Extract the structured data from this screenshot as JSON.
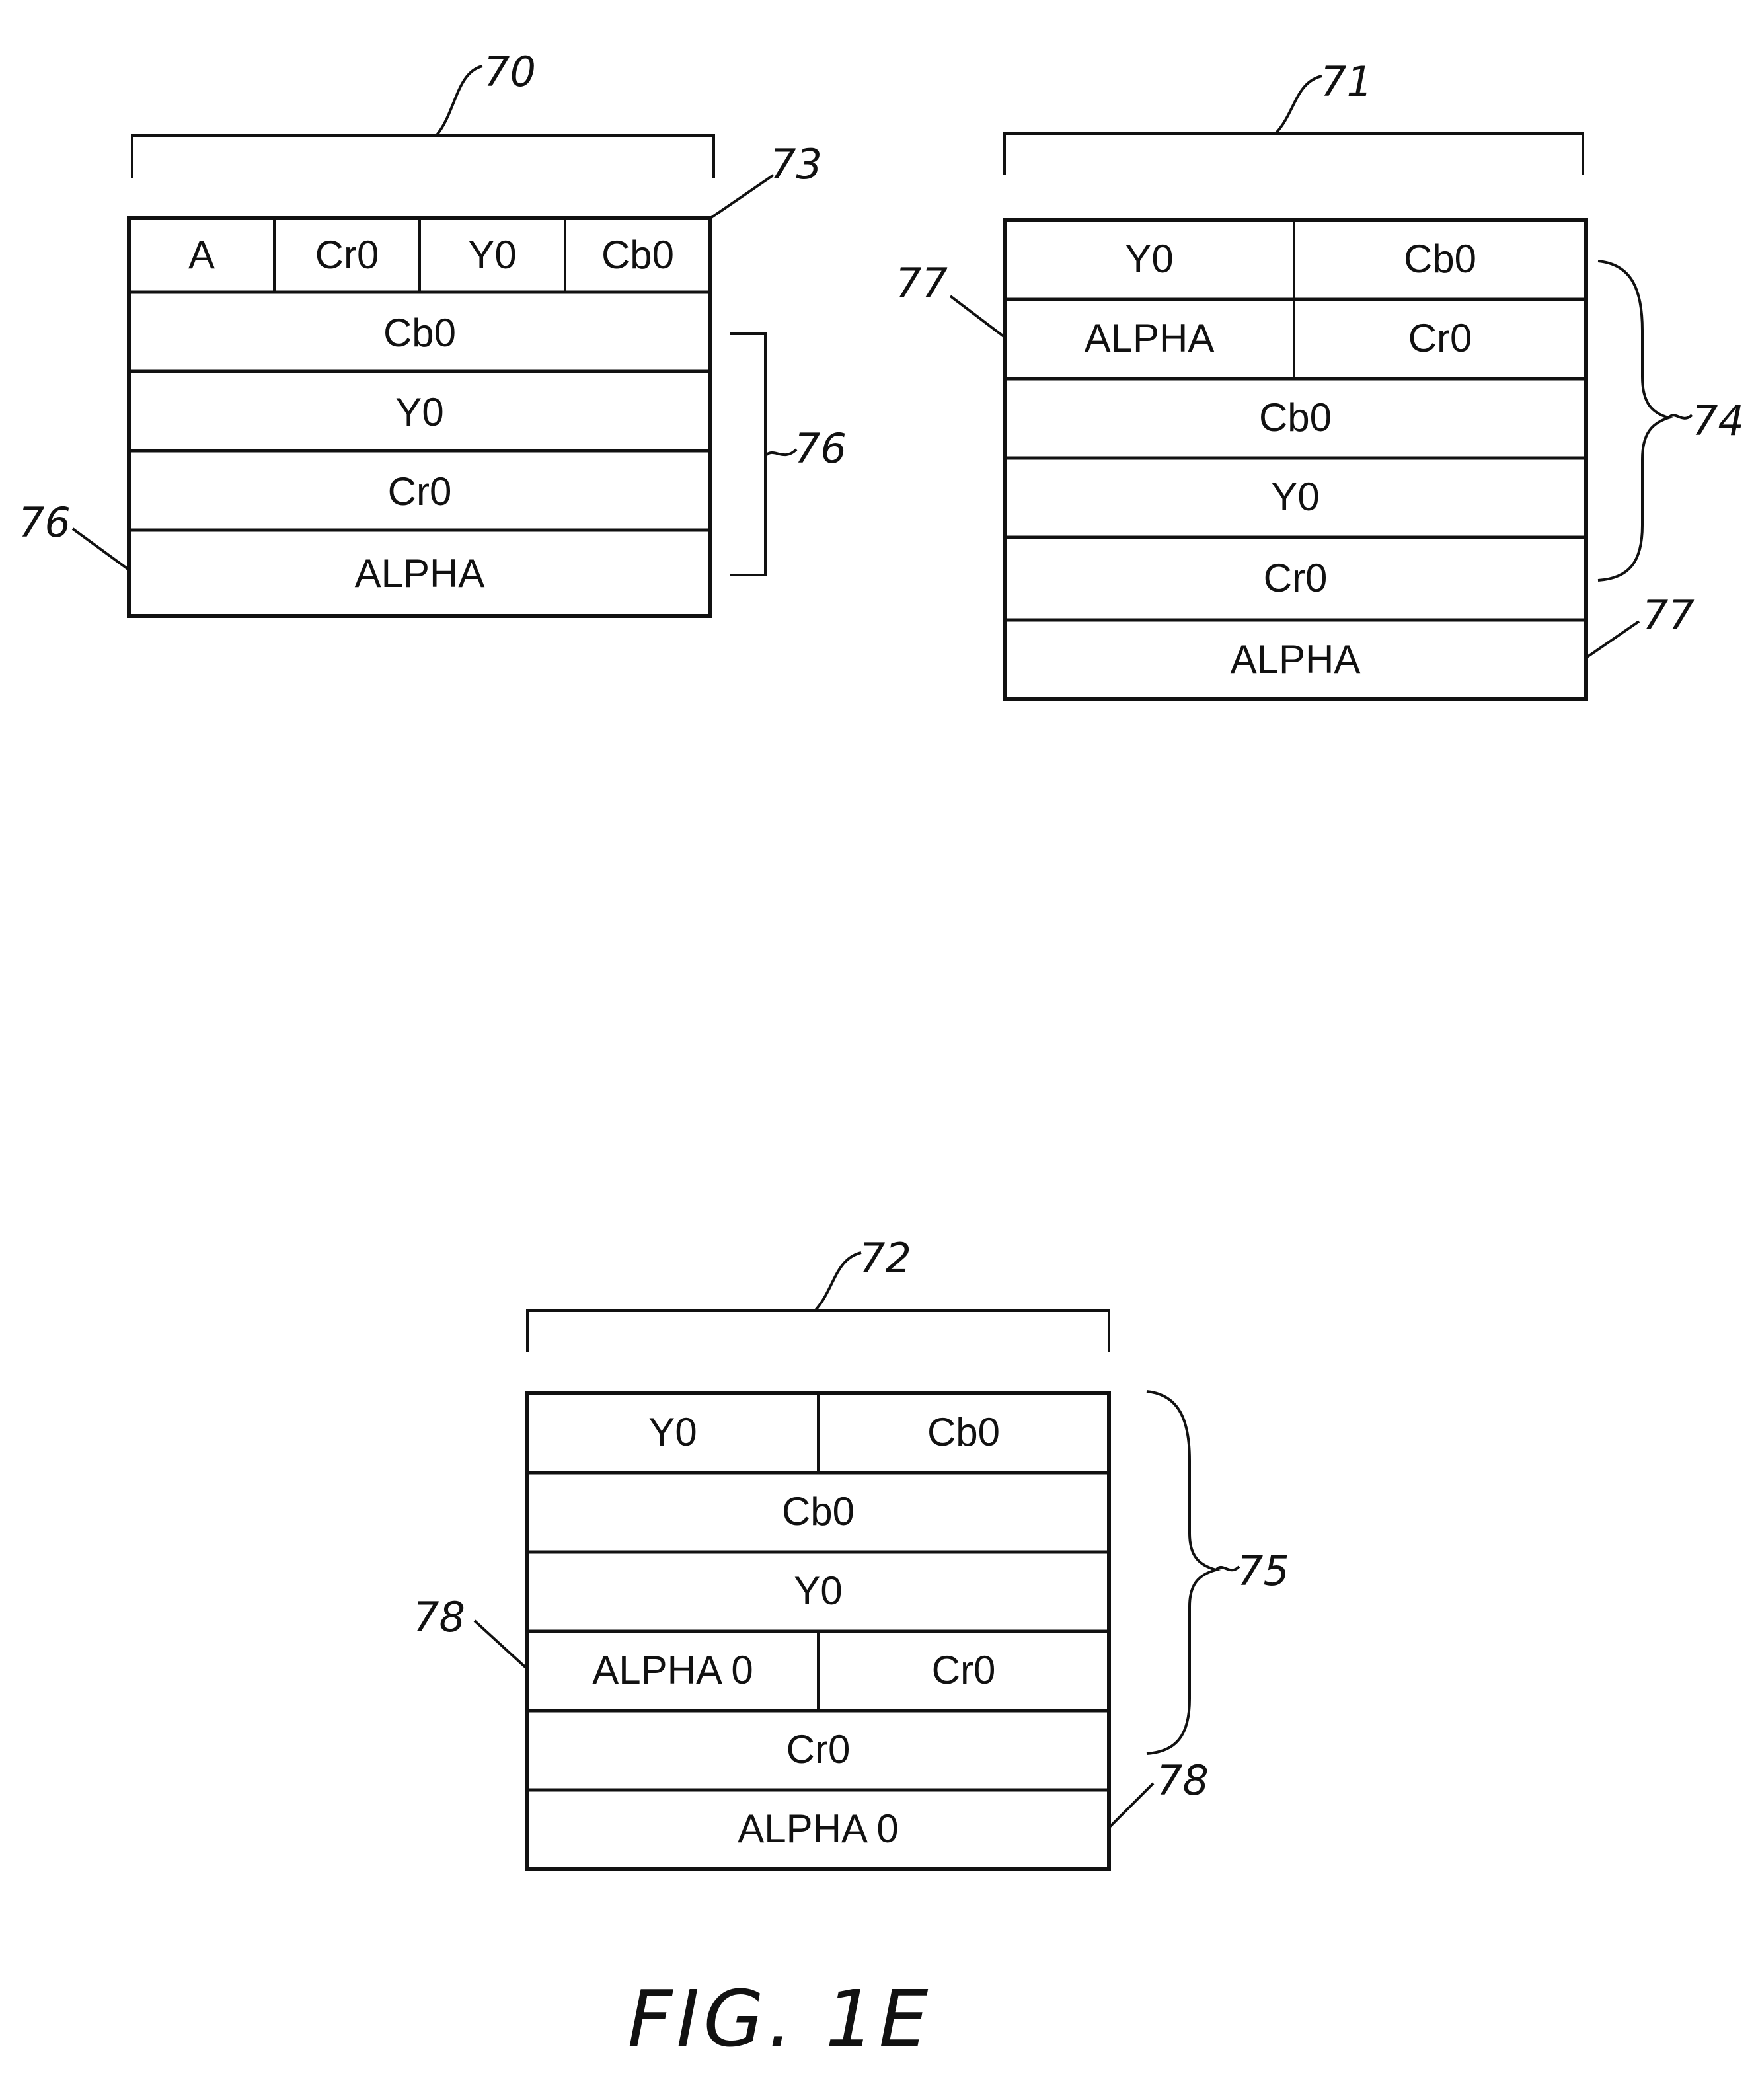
{
  "figure": {
    "caption": "FIG. 1E",
    "format_70": {
      "ref_top": "70",
      "ref_corner": "73",
      "ref_bracket": "76",
      "ref_left": "76",
      "header_cells": [
        "A",
        "Cr0",
        "Y0",
        "Cb0"
      ],
      "rows": [
        "Cb0",
        "Y0",
        "Cr0",
        "ALPHA"
      ]
    },
    "format_71": {
      "ref_top": "71",
      "ref_left": "77",
      "ref_brace": "74",
      "ref_bottom": "77",
      "row1": [
        "Y0",
        "Cb0"
      ],
      "row2": [
        "ALPHA",
        "Cr0"
      ],
      "rows": [
        "Cb0",
        "Y0",
        "Cr0",
        "ALPHA"
      ]
    },
    "format_72": {
      "ref_top": "72",
      "ref_left": "78",
      "ref_brace": "75",
      "ref_bottom": "78",
      "row1": [
        "Y0",
        "Cb0"
      ],
      "row2": "Cb0",
      "row3": "Y0",
      "row4": [
        "ALPHA 0",
        "Cr0"
      ],
      "row5": "Cr0",
      "row6": "ALPHA 0"
    }
  }
}
